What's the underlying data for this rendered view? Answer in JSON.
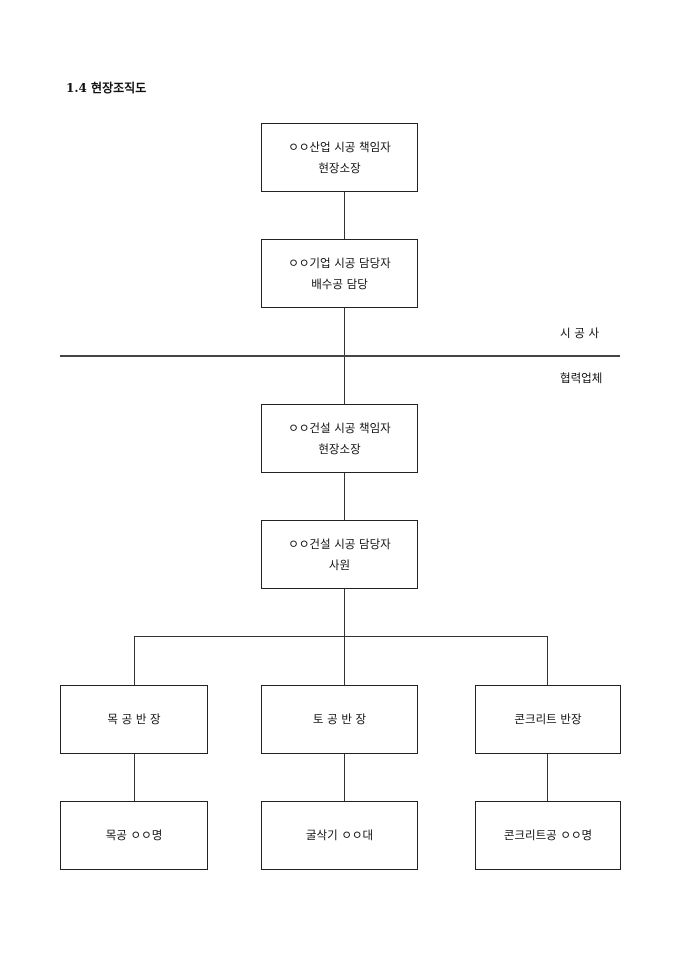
{
  "title": "1.4  현장조직도",
  "sections": {
    "contractor": "시 공 사",
    "partner": "협력업체"
  },
  "nodes": {
    "n1": {
      "line1": "ㅇㅇ산업 시공 책임자",
      "line2": "현장소장"
    },
    "n2": {
      "line1": "ㅇㅇ기업 시공 담당자",
      "line2": "배수공 담당"
    },
    "n3": {
      "line1": "ㅇㅇ건설 시공 책임자",
      "line2": "현장소장"
    },
    "n4": {
      "line1": "ㅇㅇ건설 시공 담당자",
      "line2": "사원"
    },
    "leads": [
      {
        "label": "목 공 반 장"
      },
      {
        "label": "토 공 반 장"
      },
      {
        "label": "콘크리트 반장"
      }
    ],
    "crews": [
      {
        "label": "목공 ㅇㅇ명"
      },
      {
        "label": "굴삭기 ㅇㅇ대"
      },
      {
        "label": "콘크리트공 ㅇㅇ명"
      }
    ]
  }
}
